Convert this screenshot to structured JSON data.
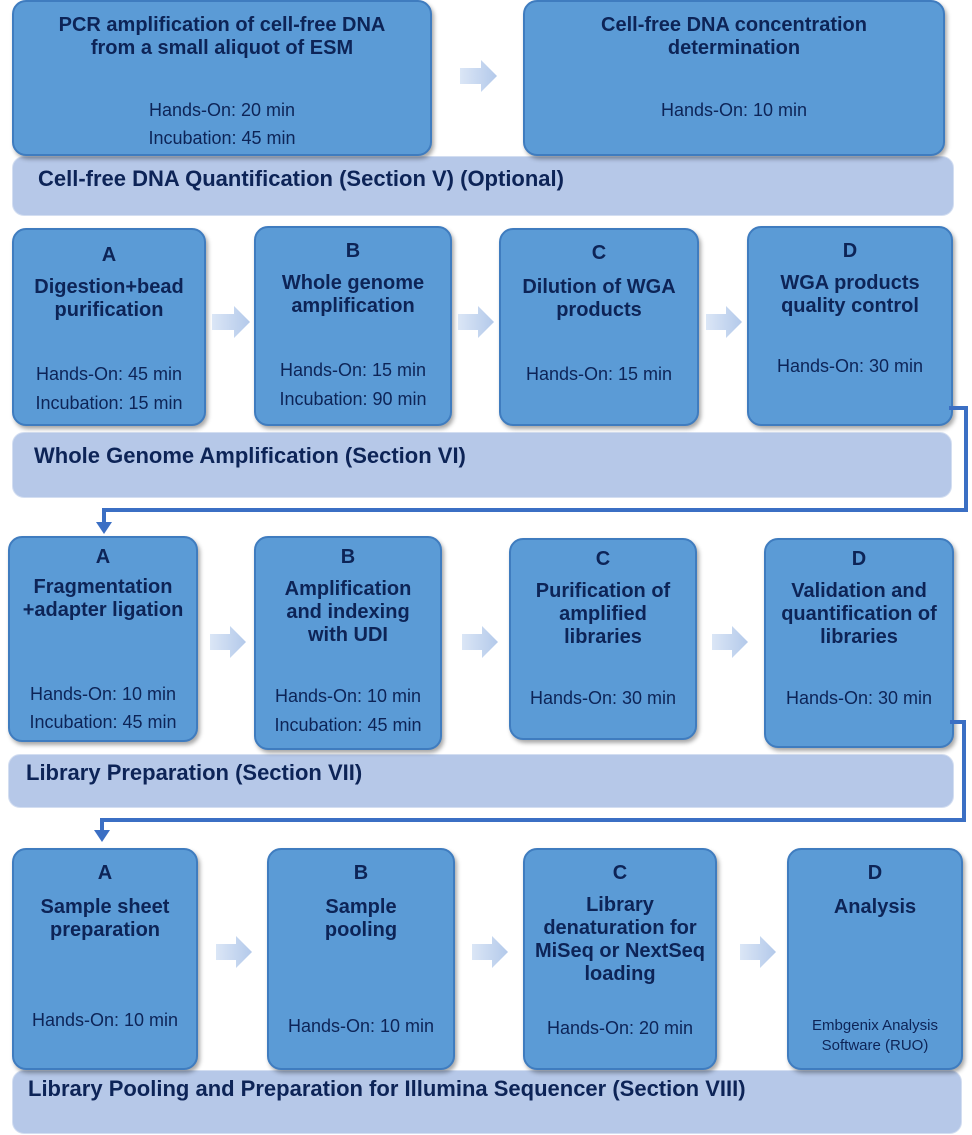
{
  "sections": {
    "s1": {
      "label": "Cell-free DNA Quantification (Section V) (Optional)"
    },
    "s2": {
      "label": "Whole Genome Amplification (Section VI)"
    },
    "s3": {
      "label": "Library Preparation (Section VII)"
    },
    "s4": {
      "label": "Library Pooling and Preparation for Illumina Sequencer (Section VIII)"
    }
  },
  "row1": [
    {
      "title": "PCR amplification of cell-free DNA from a small aliquot of ESM",
      "hands_on": "Hands-On:  20 min",
      "incubation": "Incubation:  45 min"
    },
    {
      "title": "Cell-free DNA concentration determination",
      "hands_on": "Hands-On:  10 min"
    }
  ],
  "row2": [
    {
      "letter": "A",
      "title": "Digestion+bead purification",
      "hands_on": "Hands-On: 45 min",
      "incubation": "Incubation: 15 min"
    },
    {
      "letter": "B",
      "title": "Whole genome amplification",
      "hands_on": "Hands-On: 15 min",
      "incubation": "Incubation: 90 min"
    },
    {
      "letter": "C",
      "title": "Dilution of WGA products",
      "hands_on": "Hands-On: 15 min"
    },
    {
      "letter": "D",
      "title": "WGA products quality control",
      "hands_on": "Hands-On: 30 min"
    }
  ],
  "row3": [
    {
      "letter": "A",
      "title": "Fragmentation +adapter ligation",
      "hands_on": "Hands-On: 10 min",
      "incubation": "Incubation: 45 min"
    },
    {
      "letter": "B",
      "title": "Amplification and indexing with UDI",
      "hands_on": "Hands-On: 10 min",
      "incubation": "Incubation: 45 min"
    },
    {
      "letter": "C",
      "title": "Purification of amplified libraries",
      "hands_on": "Hands-On: 30 min"
    },
    {
      "letter": "D",
      "title": "Validation and quantification of libraries",
      "hands_on": "Hands-On: 30 min"
    }
  ],
  "row4": [
    {
      "letter": "A",
      "title": "Sample sheet preparation",
      "hands_on": "Hands-On: 10 min"
    },
    {
      "letter": "B",
      "title": "Sample pooling",
      "hands_on": "Hands-On: 10 min"
    },
    {
      "letter": "C",
      "title": "Library denaturation for MiSeq or NextSeq loading",
      "hands_on": "Hands-On: 20 min"
    },
    {
      "letter": "D",
      "title": "Analysis",
      "software": "Embgenix Analysis Software (RUO)"
    }
  ],
  "colors": {
    "box_fill": "#5b9bd6",
    "box_border": "#3f7cbf",
    "band_fill": "#b6c8e8",
    "text": "#0d2457",
    "arrow": "#c5d7f0",
    "connector": "#3b6fc4"
  }
}
